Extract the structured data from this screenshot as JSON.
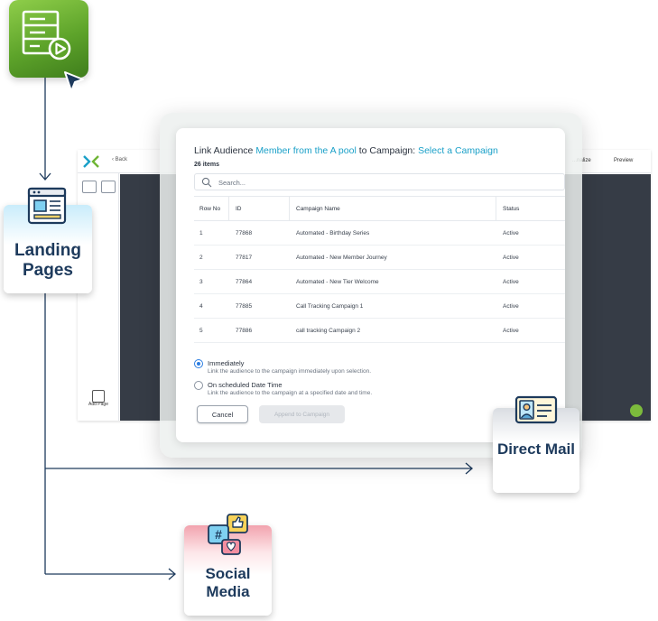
{
  "app": {
    "back_label": "Back",
    "top_right": [
      "...nalize",
      "Preview"
    ],
    "sidebar_add_label": "Add Page"
  },
  "modal": {
    "title_prefix": "Link Audience ",
    "audience_name": "Member from the A pool",
    "title_middle": " to Campaign: ",
    "campaign_placeholder": "Select a Campaign",
    "items_count": "26 items",
    "search_placeholder": "Search...",
    "columns": [
      "Row No",
      "ID",
      "Campaign Name",
      "Status"
    ],
    "rows": [
      {
        "row_no": "1",
        "id": "77868",
        "name": "Automated - Birthday Series",
        "status": "Active"
      },
      {
        "row_no": "2",
        "id": "77817",
        "name": "Automated - New Member Journey",
        "status": "Active"
      },
      {
        "row_no": "3",
        "id": "77864",
        "name": "Automated - New Tier Welcome",
        "status": "Active"
      },
      {
        "row_no": "4",
        "id": "77885",
        "name": "Call Tracking Campaign 1",
        "status": "Active"
      },
      {
        "row_no": "5",
        "id": "77886",
        "name": "call tracking Campaign 2",
        "status": "Active"
      }
    ],
    "options": [
      {
        "label": "Immediately",
        "description": "Link the audience to the campaign immediately upon selection.",
        "selected": true
      },
      {
        "label": "On scheduled Date Time",
        "description": "Link the audience to the campaign at a specified date and time.",
        "selected": false
      }
    ],
    "cancel_label": "Cancel",
    "append_label": "Append to Campaign"
  },
  "channels": {
    "landing_pages": "Landing Pages",
    "direct_mail": "Direct Mail",
    "social_media": "Social Media"
  },
  "icons": {
    "top_tile": "web-server-play-icon",
    "cursor": "cursor-arrow-icon",
    "landing": "browser-page-icon",
    "direct_mail": "id-card-icon",
    "social": "social-bubbles-icon"
  },
  "colors": {
    "accent": "#1aa0c8",
    "radio": "#2b7de1",
    "brand_green": "#6fb535",
    "card_title": "#1d3a5c",
    "canvas": "#363c46"
  }
}
